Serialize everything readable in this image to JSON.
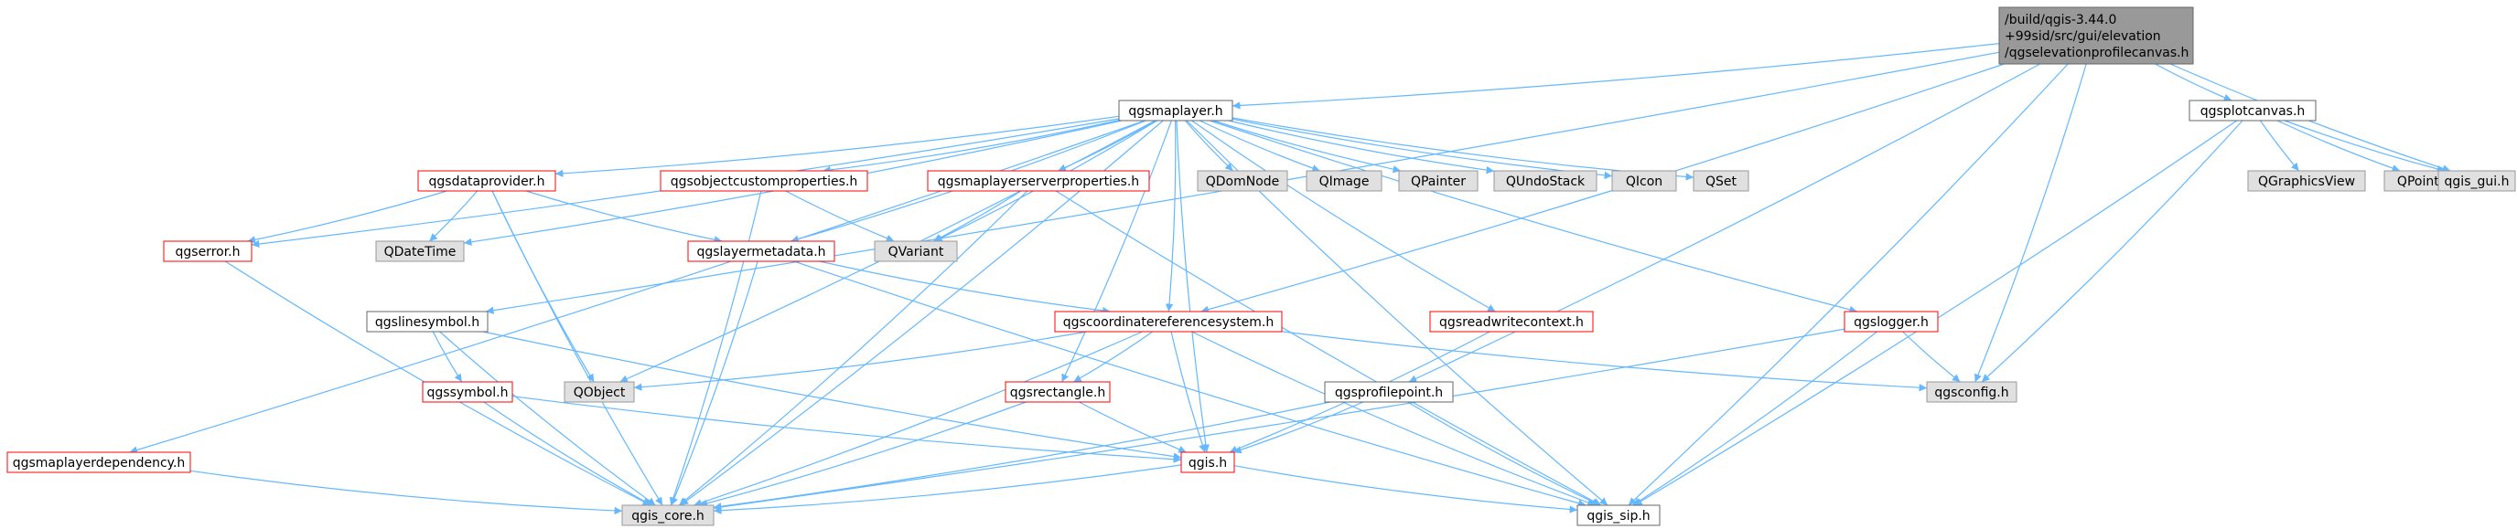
{
  "diagram": {
    "colors": {
      "edge": "#63b8ff",
      "focus_fill": "#999999",
      "focus_border": "#666666",
      "plain_fill": "#ffffff",
      "plain_border": "#666666",
      "linked_border": "#ff0000",
      "external_fill": "#e0e0e0",
      "external_border": "#999999",
      "text": "#000000"
    },
    "nodes": [
      {
        "id": "root",
        "lines": [
          "/build/qgis-3.44.0",
          "+99sid/src/gui/elevation",
          "/qgselevationprofilecanvas.h"
        ],
        "kind": "focus"
      },
      {
        "id": "qgsmaplayer",
        "lines": [
          "qgsmaplayer.h"
        ],
        "kind": "plain"
      },
      {
        "id": "qgsplotcanvas",
        "lines": [
          "qgsplotcanvas.h"
        ],
        "kind": "plain"
      },
      {
        "id": "qgsdataprovider",
        "lines": [
          "qgsdataprovider.h"
        ],
        "kind": "linked"
      },
      {
        "id": "qgsobjectcustomproperties",
        "lines": [
          "qgsobjectcustomproperties.h"
        ],
        "kind": "linked"
      },
      {
        "id": "qgsmaplayerserverproperties",
        "lines": [
          "qgsmaplayerserverproperties.h"
        ],
        "kind": "linked"
      },
      {
        "id": "QDomNode",
        "lines": [
          "QDomNode"
        ],
        "kind": "external"
      },
      {
        "id": "QImage",
        "lines": [
          "QImage"
        ],
        "kind": "external"
      },
      {
        "id": "QPainter",
        "lines": [
          "QPainter"
        ],
        "kind": "external"
      },
      {
        "id": "QUndoStack",
        "lines": [
          "QUndoStack"
        ],
        "kind": "external"
      },
      {
        "id": "QIcon",
        "lines": [
          "QIcon"
        ],
        "kind": "external"
      },
      {
        "id": "QSet",
        "lines": [
          "QSet"
        ],
        "kind": "external"
      },
      {
        "id": "QGraphicsView",
        "lines": [
          "QGraphicsView"
        ],
        "kind": "external"
      },
      {
        "id": "QPointer",
        "lines": [
          "QPointer"
        ],
        "kind": "external"
      },
      {
        "id": "qgis_gui",
        "lines": [
          "qgis_gui.h"
        ],
        "kind": "external"
      },
      {
        "id": "qgserror",
        "lines": [
          "qgserror.h"
        ],
        "kind": "linked"
      },
      {
        "id": "QDateTime",
        "lines": [
          "QDateTime"
        ],
        "kind": "external"
      },
      {
        "id": "qgslayermetadata",
        "lines": [
          "qgslayermetadata.h"
        ],
        "kind": "linked"
      },
      {
        "id": "QVariant",
        "lines": [
          "QVariant"
        ],
        "kind": "external"
      },
      {
        "id": "qgslinesymbol",
        "lines": [
          "qgslinesymbol.h"
        ],
        "kind": "plain"
      },
      {
        "id": "qgscoordinatereferencesystem",
        "lines": [
          "qgscoordinatereferencesystem.h"
        ],
        "kind": "linked"
      },
      {
        "id": "qgsreadwritecontext",
        "lines": [
          "qgsreadwritecontext.h"
        ],
        "kind": "linked"
      },
      {
        "id": "qgslogger",
        "lines": [
          "qgslogger.h"
        ],
        "kind": "linked"
      },
      {
        "id": "qgssymbol",
        "lines": [
          "qgssymbol.h"
        ],
        "kind": "linked"
      },
      {
        "id": "QObject",
        "lines": [
          "QObject"
        ],
        "kind": "external"
      },
      {
        "id": "qgsrectangle",
        "lines": [
          "qgsrectangle.h"
        ],
        "kind": "linked"
      },
      {
        "id": "qgsprofilepoint",
        "lines": [
          "qgsprofilepoint.h"
        ],
        "kind": "plain"
      },
      {
        "id": "qgsconfig",
        "lines": [
          "qgsconfig.h"
        ],
        "kind": "external"
      },
      {
        "id": "qgsmaplayerdependency",
        "lines": [
          "qgsmaplayerdependency.h"
        ],
        "kind": "linked"
      },
      {
        "id": "qgis",
        "lines": [
          "qgis.h"
        ],
        "kind": "linked"
      },
      {
        "id": "qgis_core",
        "lines": [
          "qgis_core.h"
        ],
        "kind": "external"
      },
      {
        "id": "qgis_sip",
        "lines": [
          "qgis_sip.h"
        ],
        "kind": "plain"
      }
    ],
    "edges": [
      [
        "root",
        "qgsmaplayer"
      ],
      [
        "root",
        "qgsplotcanvas"
      ],
      [
        "root",
        "qgis_gui"
      ],
      [
        "root",
        "qgslinesymbol"
      ],
      [
        "root",
        "qgscoordinatereferencesystem"
      ],
      [
        "root",
        "qgsprofilepoint"
      ],
      [
        "root",
        "qgsconfig"
      ],
      [
        "root",
        "qgis_sip"
      ],
      [
        "qgsmaplayer",
        "qgsmaplayerdependency"
      ],
      [
        "qgsmaplayer",
        "qgserror"
      ],
      [
        "qgsmaplayer",
        "qgis_core"
      ],
      [
        "qgsmaplayer",
        "QDateTime"
      ],
      [
        "qgsmaplayer",
        "QObject"
      ],
      [
        "qgsmaplayer",
        "qgsdataprovider"
      ],
      [
        "qgsmaplayer",
        "qgslayermetadata"
      ],
      [
        "qgsmaplayer",
        "qgsrectangle"
      ],
      [
        "qgsmaplayer",
        "qgsobjectcustomproperties"
      ],
      [
        "qgsmaplayer",
        "QVariant"
      ],
      [
        "qgsmaplayer",
        "qgsmaplayerserverproperties"
      ],
      [
        "qgsmaplayer",
        "qgscoordinatereferencesystem"
      ],
      [
        "qgsmaplayer",
        "QDomNode"
      ],
      [
        "qgsmaplayer",
        "QImage"
      ],
      [
        "qgsmaplayer",
        "QPainter"
      ],
      [
        "qgsmaplayer",
        "QUndoStack"
      ],
      [
        "qgsmaplayer",
        "QIcon"
      ],
      [
        "qgsmaplayer",
        "QSet"
      ],
      [
        "qgsmaplayer",
        "qgis"
      ],
      [
        "qgsmaplayer",
        "qgsreadwritecontext"
      ],
      [
        "qgsmaplayer",
        "qgslogger"
      ],
      [
        "qgsmaplayer",
        "qgis_sip"
      ],
      [
        "qgsplotcanvas",
        "QGraphicsView"
      ],
      [
        "qgsplotcanvas",
        "QPointer"
      ],
      [
        "qgsplotcanvas",
        "qgis_gui"
      ],
      [
        "qgsplotcanvas",
        "qgsconfig"
      ],
      [
        "qgsplotcanvas",
        "qgis_sip"
      ],
      [
        "qgsdataprovider",
        "QDateTime"
      ],
      [
        "qgsdataprovider",
        "qgserror"
      ],
      [
        "qgsdataprovider",
        "QObject"
      ],
      [
        "qgsdataprovider",
        "qgslayermetadata"
      ],
      [
        "qgsdataprovider",
        "qgis_core"
      ],
      [
        "qgsobjectcustomproperties",
        "QVariant"
      ],
      [
        "qgsobjectcustomproperties",
        "qgis_core"
      ],
      [
        "qgsmaplayerserverproperties",
        "QVariant"
      ],
      [
        "qgsmaplayerserverproperties",
        "qgis_core"
      ],
      [
        "qgsmaplayerserverproperties",
        "qgis_sip"
      ],
      [
        "qgserror",
        "qgis_core"
      ],
      [
        "qgslayermetadata",
        "qgscoordinatereferencesystem"
      ],
      [
        "qgslayermetadata",
        "qgis_core"
      ],
      [
        "qgslayermetadata",
        "qgis_sip"
      ],
      [
        "qgslinesymbol",
        "qgssymbol"
      ],
      [
        "qgslinesymbol",
        "qgis_core"
      ],
      [
        "qgslinesymbol",
        "qgis"
      ],
      [
        "qgscoordinatereferencesystem",
        "QObject"
      ],
      [
        "qgscoordinatereferencesystem",
        "qgsrectangle"
      ],
      [
        "qgscoordinatereferencesystem",
        "qgis"
      ],
      [
        "qgscoordinatereferencesystem",
        "qgis_core"
      ],
      [
        "qgscoordinatereferencesystem",
        "qgsconfig"
      ],
      [
        "qgscoordinatereferencesystem",
        "qgis_sip"
      ],
      [
        "qgsreadwritecontext",
        "qgis"
      ],
      [
        "qgslogger",
        "qgsconfig"
      ],
      [
        "qgslogger",
        "qgis_core"
      ],
      [
        "qgslogger",
        "qgis_sip"
      ],
      [
        "qgssymbol",
        "qgis_core"
      ],
      [
        "qgssymbol",
        "qgis"
      ],
      [
        "qgsrectangle",
        "qgis"
      ],
      [
        "qgsrectangle",
        "qgis_core"
      ],
      [
        "qgsprofilepoint",
        "qgis"
      ],
      [
        "qgsprofilepoint",
        "qgis_core"
      ],
      [
        "qgsprofilepoint",
        "qgis_sip"
      ],
      [
        "qgsmaplayerdependency",
        "qgis_core"
      ],
      [
        "qgis",
        "qgis_core"
      ],
      [
        "qgis",
        "qgis_sip"
      ]
    ]
  }
}
